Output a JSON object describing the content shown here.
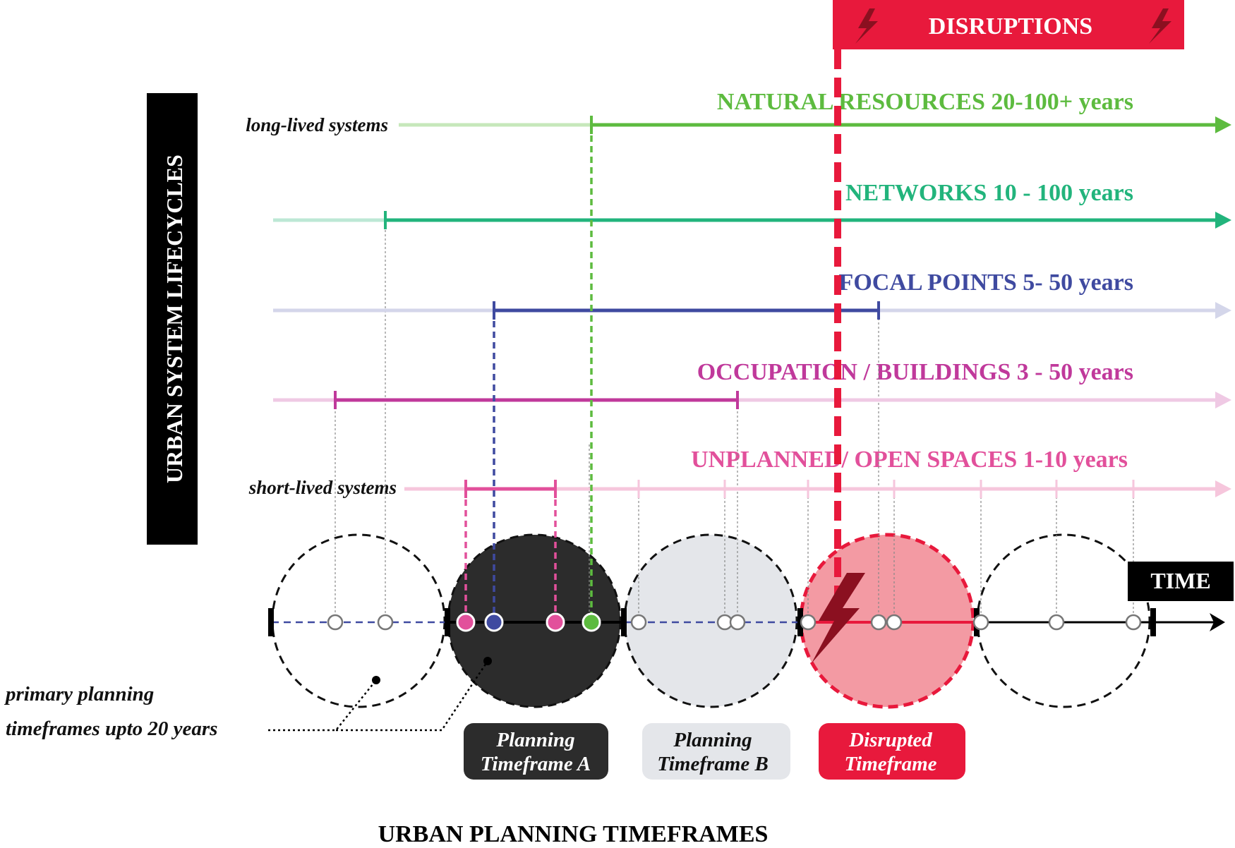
{
  "disruptions_banner": {
    "label": "DISRUPTIONS",
    "bolt_icon": "lightning-bolt-icon"
  },
  "vertical_label": "URBAN SYSTEM LIFECYCLES",
  "side_labels": {
    "long_lived": "long-lived systems",
    "short_lived": "short-lived systems"
  },
  "lifecycles": [
    {
      "label": "NATURAL RESOURCES 20-100+ years",
      "color": "#5dbb3f"
    },
    {
      "label": "NETWORKS 10 - 100 years",
      "color": "#22b47c"
    },
    {
      "label": "FOCAL POINTS 5- 50 years",
      "color": "#3f4aa0"
    },
    {
      "label": "OCCUPATION / BUILDINGS 3 - 50 years",
      "color": "#c0399b"
    },
    {
      "label": "UNPLANNED/ OPEN SPACES 1-10 years",
      "color": "#e2509b"
    }
  ],
  "time_label": "TIME",
  "primary_note": {
    "line1": "primary planning",
    "line2": "timeframes upto 20 years"
  },
  "timeframe_labels": {
    "a": {
      "line1": "Planning",
      "line2": "Timeframe A"
    },
    "b": {
      "line1": "Planning",
      "line2": "Timeframe B"
    },
    "disrupted": {
      "line1": "Disrupted",
      "line2": "Timeframe"
    }
  },
  "footer_title": "URBAN PLANNING TIMEFRAMES",
  "colors": {
    "disruption_red": "#e8193c",
    "timeframe_a_fill": "#2c2c2c",
    "timeframe_b_fill": "#e4e6ea",
    "disrupted_fill": "#f39aa3"
  }
}
